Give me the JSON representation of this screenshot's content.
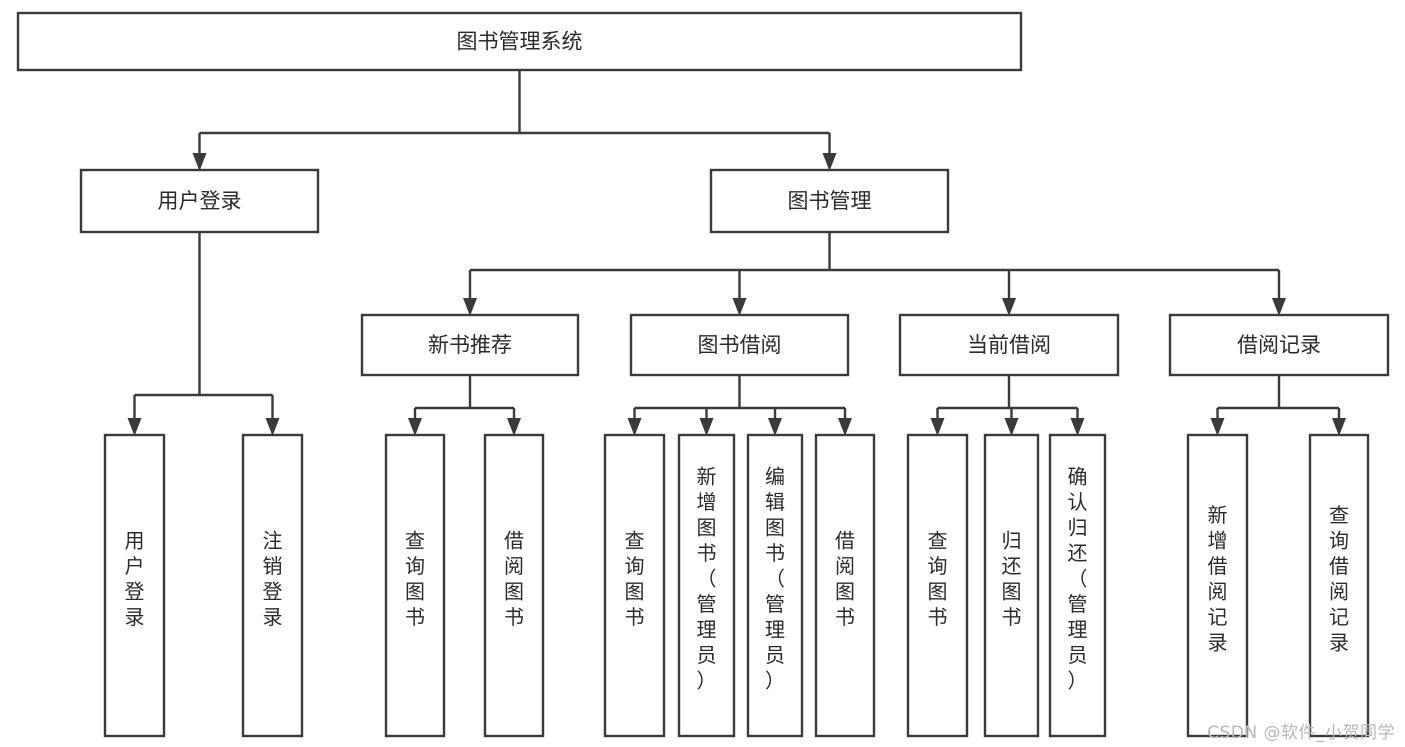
{
  "diagram": {
    "title": "图书管理系统",
    "type": "tree",
    "watermark": "CSDN @软件_小贺同学",
    "colors": {
      "box_stroke": "#3a3a3a",
      "box_fill": "#ffffff",
      "text": "#2b2b2b",
      "connector": "#3a3a3a",
      "watermark": "#b8b8b8",
      "background": "#ffffff"
    },
    "nodes": {
      "root": {
        "label": "图书管理系统"
      },
      "level2": [
        {
          "id": "user-login",
          "label": "用户登录"
        },
        {
          "id": "book-manage",
          "label": "图书管理"
        }
      ],
      "level3": [
        {
          "id": "new-book-recommend",
          "label": "新书推荐"
        },
        {
          "id": "book-borrow",
          "label": "图书借阅"
        },
        {
          "id": "current-borrow",
          "label": "当前借阅"
        },
        {
          "id": "borrow-record",
          "label": "借阅记录"
        }
      ],
      "leaves": {
        "user-login": [
          {
            "id": "leaf-user-login",
            "label": "用户登录"
          },
          {
            "id": "leaf-logout-login",
            "label": "注销登录"
          }
        ],
        "new-book-recommend": [
          {
            "id": "leaf-query-book-1",
            "label": "查询图书"
          },
          {
            "id": "leaf-borrow-book-1",
            "label": "借阅图书"
          }
        ],
        "book-borrow": [
          {
            "id": "leaf-query-book-2",
            "label": "查询图书"
          },
          {
            "id": "leaf-add-book-admin",
            "label": "新增图书（管理员）"
          },
          {
            "id": "leaf-edit-book-admin",
            "label": "编辑图书（管理员）"
          },
          {
            "id": "leaf-borrow-book-2",
            "label": "借阅图书"
          }
        ],
        "current-borrow": [
          {
            "id": "leaf-query-book-3",
            "label": "查询图书"
          },
          {
            "id": "leaf-return-book",
            "label": "归还图书"
          },
          {
            "id": "leaf-confirm-return-admin",
            "label": "确认归还（管理员）"
          }
        ],
        "borrow-record": [
          {
            "id": "leaf-add-borrow-record",
            "label": "新增借阅记录"
          },
          {
            "id": "leaf-query-borrow-record",
            "label": "查询借阅记录"
          }
        ]
      }
    }
  }
}
